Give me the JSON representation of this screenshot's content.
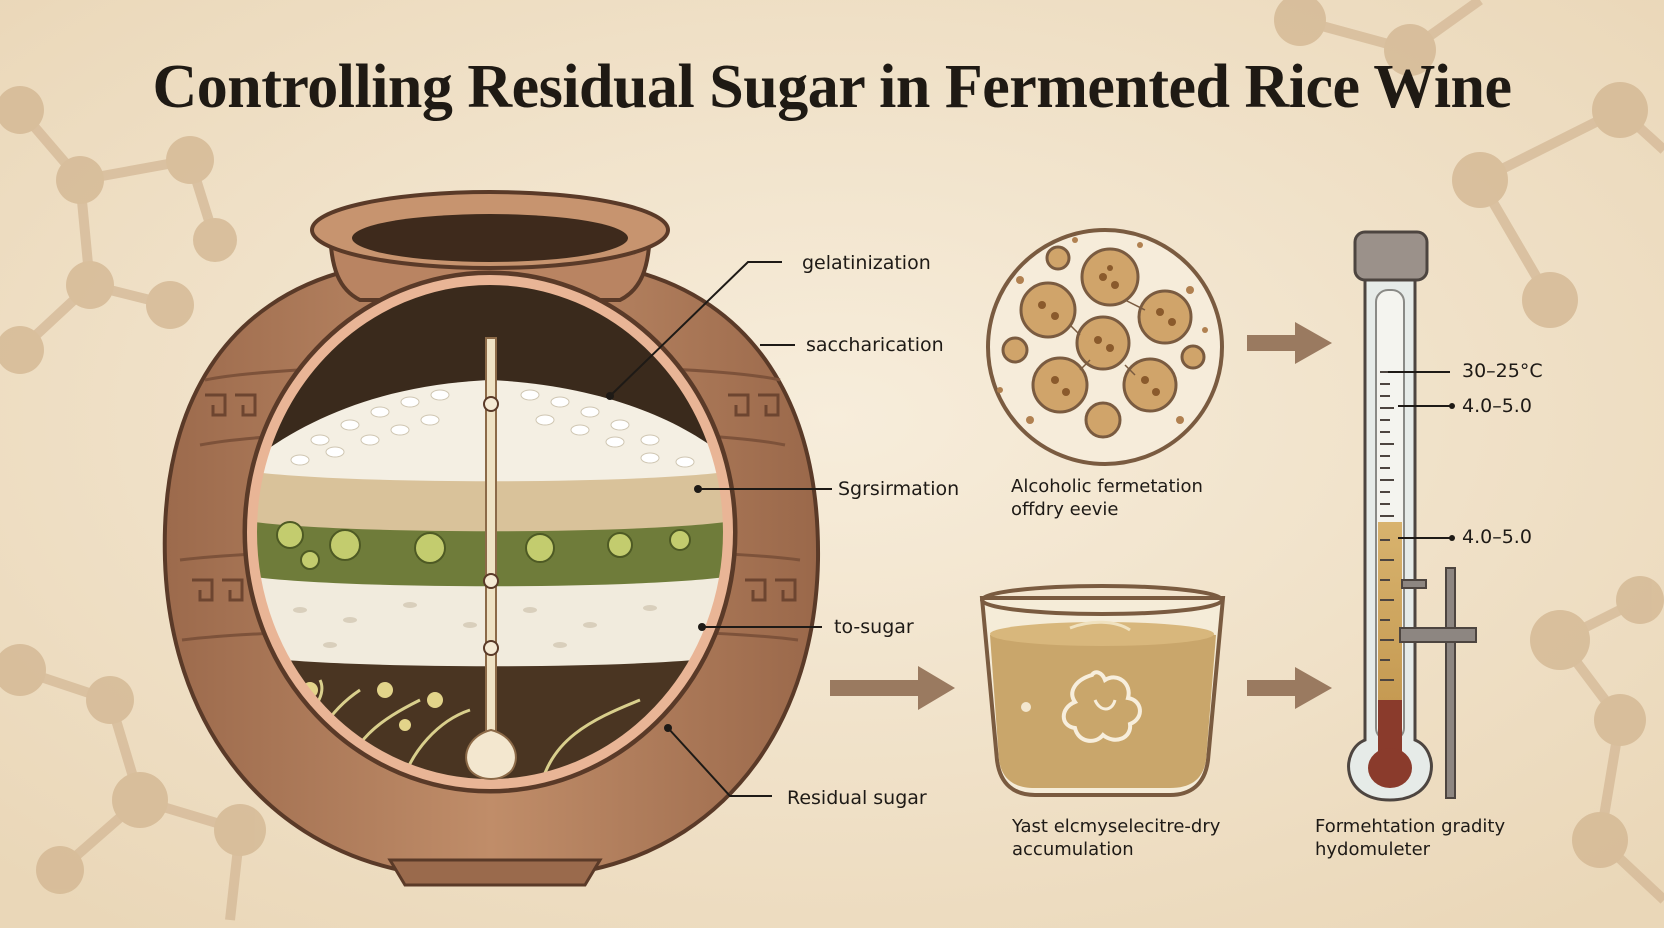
{
  "title": "Controlling Residual Sugar in Fermented Rice Wine",
  "jar_labels": {
    "gelatinization": "gelatinization",
    "saccharication": "saccharication",
    "sgrsimation": "Sgrsirmation",
    "to_sugar": "to-sugar",
    "residual_sugar": "Residual sugar"
  },
  "microscope_caption": {
    "line1": "Alcoholic fermetation",
    "line2": "offdry eevie"
  },
  "bowl_caption": {
    "line1": "Yast elcmyselecitre-dry",
    "line2": "accumulation"
  },
  "hydrometer_caption": {
    "line1": "Formehtation gradity",
    "line2": "hydomuleter"
  },
  "hydrometer_readings": {
    "temp": "30–25°C",
    "reading_upper": "4.0–5.0",
    "reading_lower": "4.0–5.0"
  },
  "colors": {
    "background": "#f3e6cf",
    "jar": "#b98462",
    "arrow": "#9a7a60",
    "liquid": "#c9a66b",
    "hydrometer_bulb": "#8a3b2c"
  },
  "icons": [
    "clay-jar-cross-section-icon",
    "microscope-yeast-cells-icon",
    "wine-bowl-icon",
    "hydrometer-icon",
    "molecule-decoration-icon",
    "arrow-right-icon"
  ]
}
